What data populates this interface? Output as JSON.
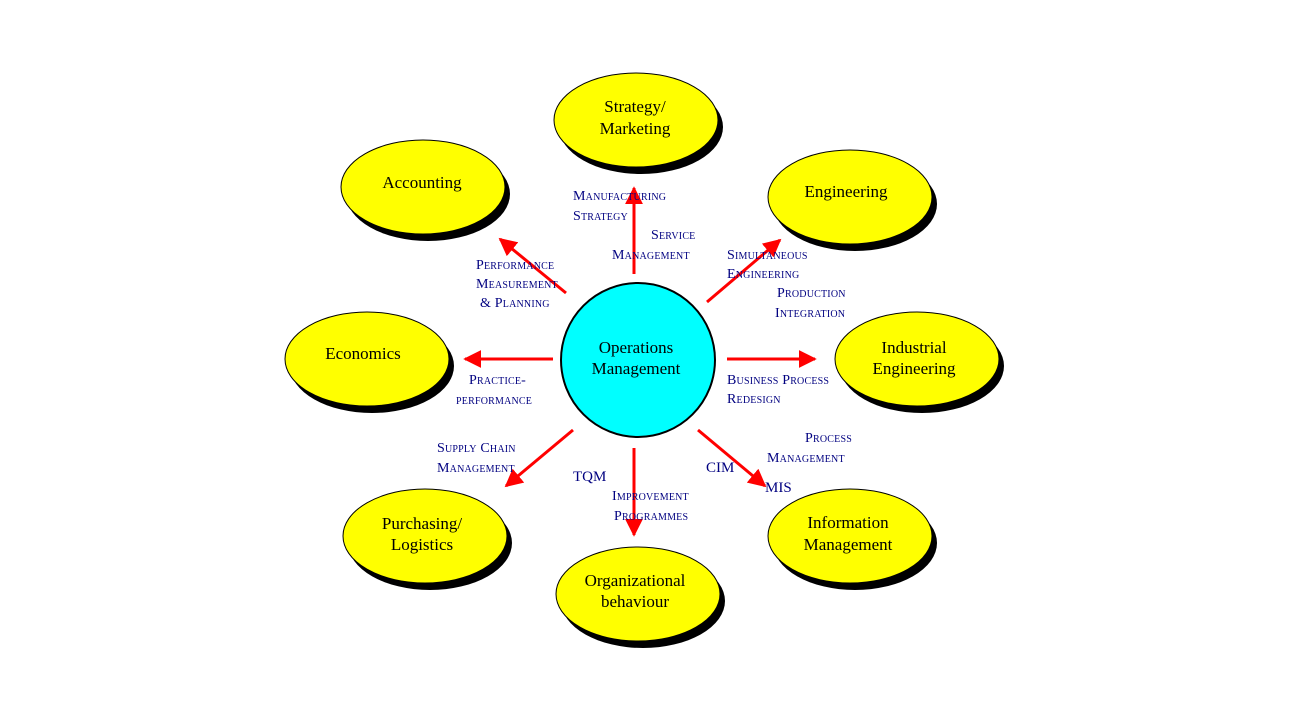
{
  "colors": {
    "node_fill": "#ffff00",
    "node_stroke": "#000000",
    "shadow": "#000000",
    "center_fill": "#00ffff",
    "arrow": "#ff0000",
    "label": "#000080"
  },
  "center": {
    "lines": [
      "Operations",
      "Management"
    ]
  },
  "nodes": {
    "strategy": [
      "Strategy/",
      "Marketing"
    ],
    "accounting": [
      "Accounting"
    ],
    "engineering": [
      "Engineering"
    ],
    "economics": [
      "Economics"
    ],
    "industrial": [
      "Industrial",
      "Engineering"
    ],
    "purchasing": [
      "Purchasing/",
      "Logistics"
    ],
    "organizational": [
      "Organizational",
      "behaviour"
    ],
    "information": [
      "Information",
      "Management"
    ]
  },
  "labels": {
    "manufacturing_strategy": [
      "Manufacturing",
      "Strategy"
    ],
    "service_management": [
      "Service",
      "Management"
    ],
    "performance_measurement": [
      "Performance",
      "Measurement",
      "& Planning"
    ],
    "simultaneous_engineering": [
      "Simultaneous",
      "Engineering"
    ],
    "production_integration": [
      "Production",
      "Integration"
    ],
    "practice_performance": [
      "Practice-",
      "performance"
    ],
    "business_process": [
      "Business Process",
      "Redesign"
    ],
    "supply_chain": [
      "Supply Chain",
      "Management"
    ],
    "tqm": "TQM",
    "improvement_programmes": [
      "Improvement",
      "Programmes"
    ],
    "cim": "CIM",
    "process_management": [
      "Process",
      "Management"
    ],
    "mis": "MIS"
  }
}
